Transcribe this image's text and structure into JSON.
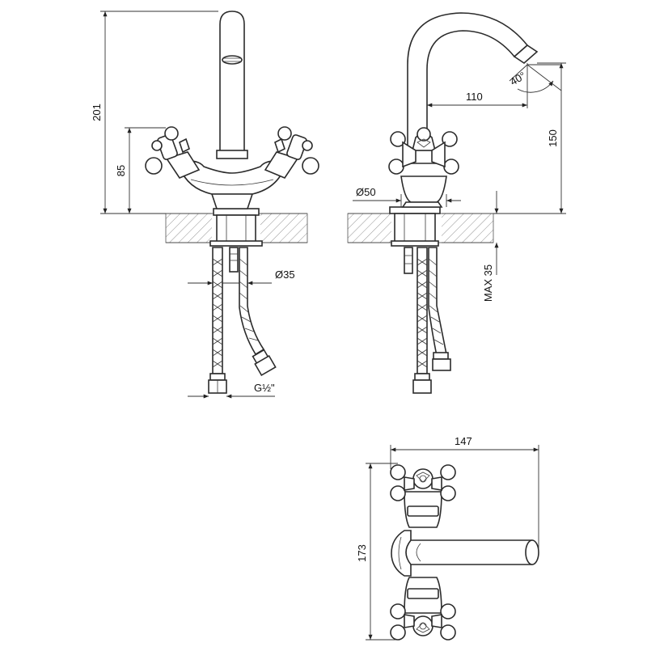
{
  "front_view": {
    "height_total": "201",
    "height_handles": "85",
    "hose_diameter": "Ø35",
    "thread": "G½\""
  },
  "side_view": {
    "spout_reach": "110",
    "spout_angle": "40°",
    "spout_height": "150",
    "base_diameter": "Ø50",
    "max_thickness": "MAX 35"
  },
  "top_view": {
    "width": "147",
    "depth": "173"
  }
}
